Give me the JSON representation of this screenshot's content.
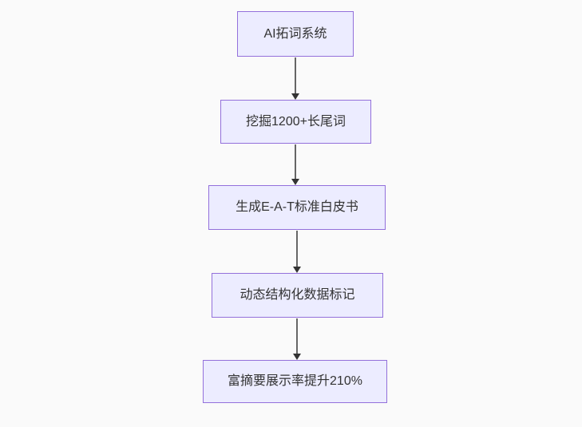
{
  "diagram": {
    "type": "flowchart",
    "direction": "top-down",
    "nodes": [
      {
        "id": "A",
        "label": "AI拓词系统"
      },
      {
        "id": "B",
        "label": "挖掘1200+长尾词"
      },
      {
        "id": "C",
        "label": "生成E-A-T标准白皮书"
      },
      {
        "id": "D",
        "label": "动态结构化数据标记"
      },
      {
        "id": "E",
        "label": "富摘要展示率提升210%"
      }
    ],
    "edges": [
      {
        "from": "A",
        "to": "B"
      },
      {
        "from": "B",
        "to": "C"
      },
      {
        "from": "C",
        "to": "D"
      },
      {
        "from": "D",
        "to": "E"
      }
    ],
    "colors": {
      "node_fill": "#ECECFF",
      "node_border": "#9370DB",
      "arrow_line": "#666666",
      "arrow_head": "#333333",
      "text": "#333333",
      "background": "#fafafa"
    }
  }
}
